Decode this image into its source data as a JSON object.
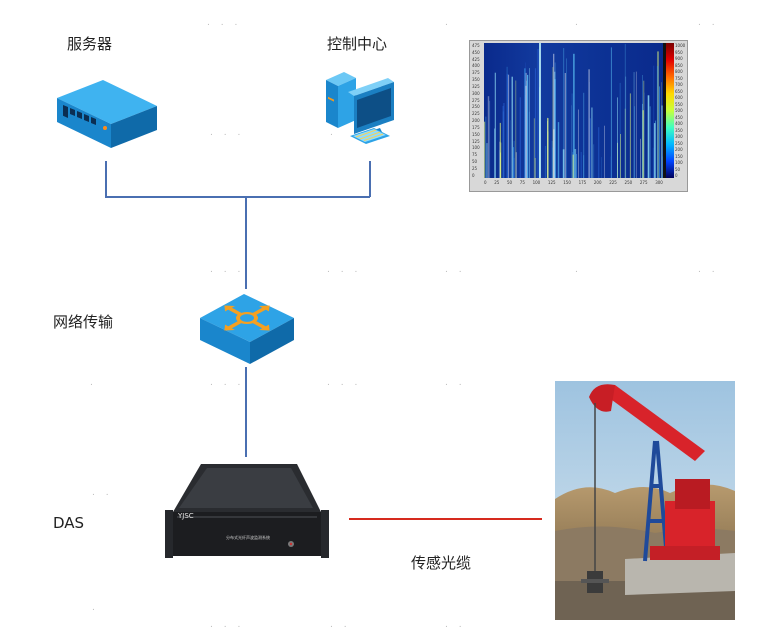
{
  "labels": {
    "server": "服务器",
    "control_center": "控制中心",
    "network": "网络传输",
    "das": "DAS",
    "fiber": "传感光缆"
  },
  "das_device": {
    "brand": "YJSC",
    "panel_text": "分布式光纤声波监测系统"
  },
  "spectrogram": {
    "y_ticks": [
      "475",
      "450",
      "425",
      "400",
      "375",
      "350",
      "325",
      "300",
      "275",
      "250",
      "225",
      "200",
      "175",
      "150",
      "125",
      "100",
      "75",
      "50",
      "25",
      "0"
    ],
    "x_ticks": [
      "0",
      "25",
      "50",
      "75",
      "100",
      "125",
      "150",
      "175",
      "200",
      "225",
      "250",
      "275",
      "300"
    ],
    "color_ticks": [
      "1000",
      "950",
      "900",
      "850",
      "800",
      "750",
      "700",
      "650",
      "600",
      "550",
      "500",
      "450",
      "400",
      "350",
      "300",
      "250",
      "200",
      "150",
      "100",
      "50",
      "0"
    ]
  },
  "colors": {
    "connector_blue": "#4a6fb1",
    "fiber_red": "#d62a1e",
    "device_blue": "#1f8fd6"
  }
}
